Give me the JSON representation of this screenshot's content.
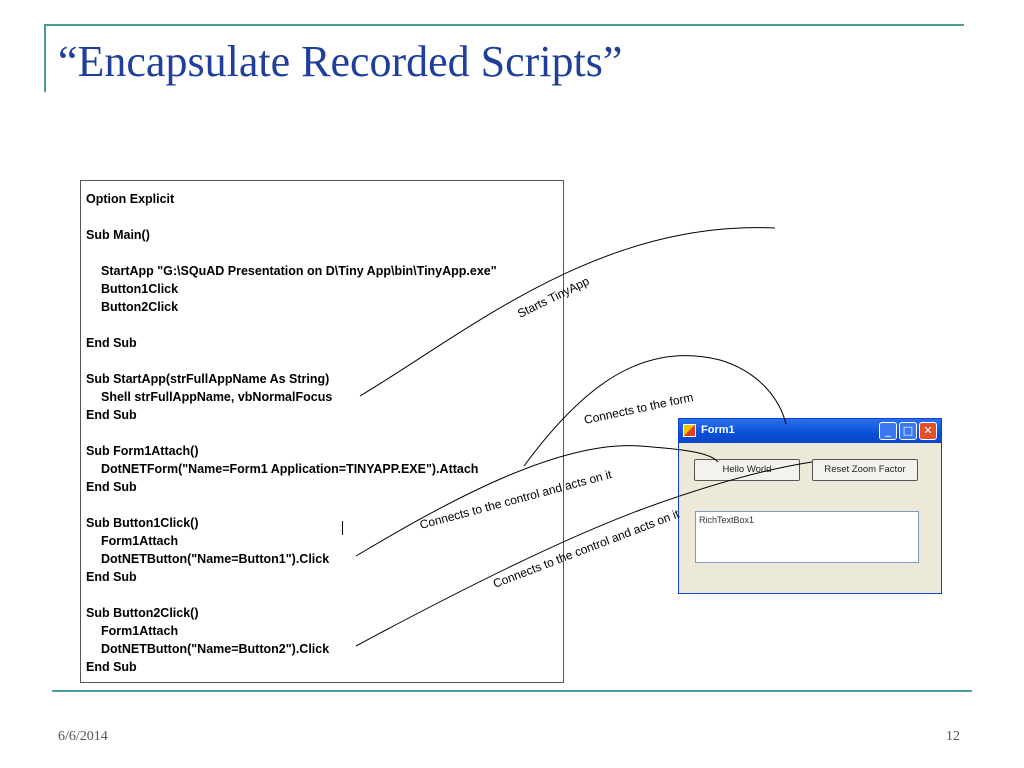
{
  "slide": {
    "title": "“Encapsulate Recorded Scripts”",
    "footer_date": "6/6/2014",
    "page_number": "12"
  },
  "code_lines": [
    "Option Explicit",
    "Sub Main()",
    "StartApp \"G:\\SQuAD Presentation on D\\Tiny App\\bin\\TinyApp.exe\"",
    "Button1Click",
    "Button2Click",
    "End Sub",
    "Sub StartApp(strFullAppName As String)",
    "Shell strFullAppName, vbNormalFocus",
    "End Sub",
    "Sub Form1Attach()",
    "DotNETForm(\"Name=Form1 Application=TINYAPP.EXE\").Attach",
    "End Sub",
    "Sub Button1Click()",
    "Form1Attach",
    "DotNETButton(\"Name=Button1\").Click",
    "End Sub",
    "Sub Button2Click()",
    "Form1Attach",
    "DotNETButton(\"Name=Button2\").Click",
    "End Sub"
  ],
  "annotations": {
    "starts_tinyapp": "Starts TinyApp",
    "connects_form": "Connects to the form",
    "connects_control_1": "Connects to the control and acts on it",
    "connects_control_2": "Connects to the control and acts on it"
  },
  "form1": {
    "title": "Form1",
    "button1": "Hello World",
    "button2": "Reset Zoom Factor",
    "richtextbox": "RichTextBox1",
    "minimize_glyph": "_",
    "maximize_glyph": "□",
    "close_glyph": "✕"
  }
}
